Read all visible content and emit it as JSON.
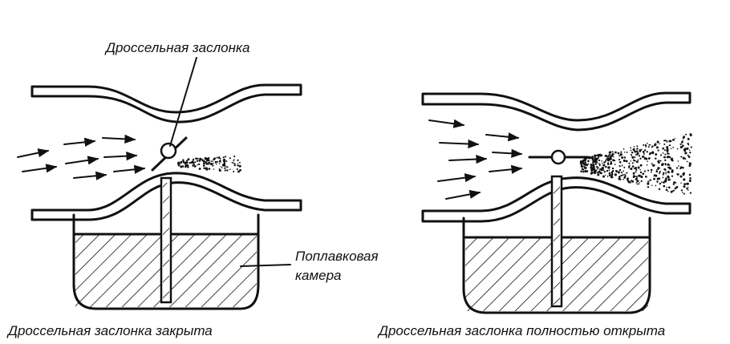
{
  "labels": {
    "throttle_valve": "Дроссельная заслонка",
    "float_chamber_line1": "Поплавковая",
    "float_chamber_line2": "камера",
    "caption_closed": "Дроссельная заслонка закрыта",
    "caption_open": "Дроссельная заслонка полностью открыта"
  },
  "colors": {
    "ink": "#111111",
    "background": "#ffffff"
  },
  "states": {
    "closed": {
      "throttle_position": "closed"
    },
    "open": {
      "throttle_position": "fully-open"
    }
  }
}
